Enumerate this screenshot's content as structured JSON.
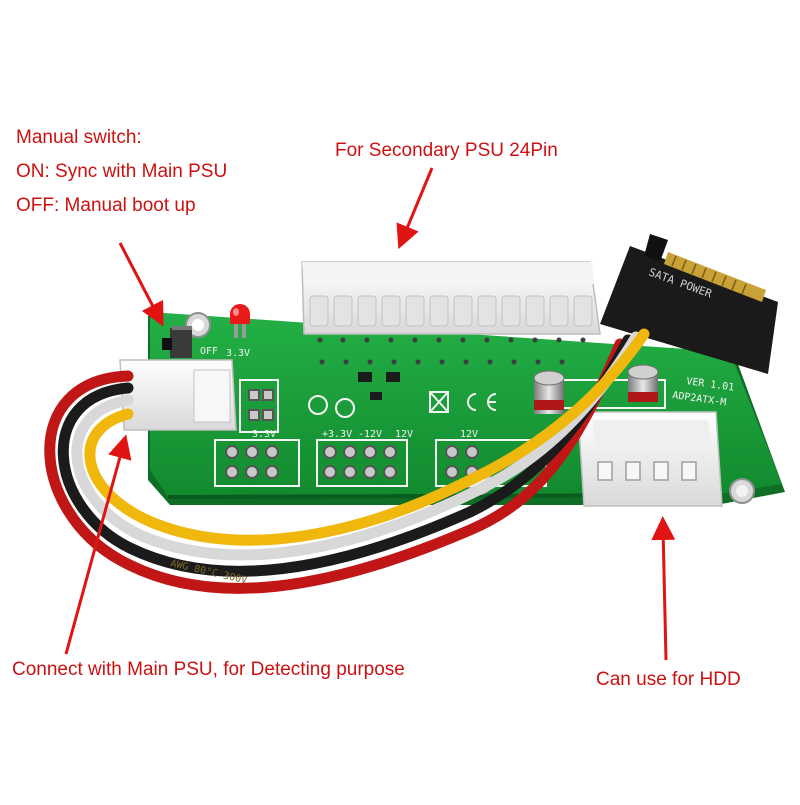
{
  "callouts": {
    "manual_switch": {
      "title": "Manual switch:",
      "on": "ON: Sync with Main PSU",
      "off": "OFF: Manual boot up"
    },
    "secondary_psu": "For Secondary PSU 24Pin",
    "main_psu": "Connect with Main PSU, for Detecting purpose",
    "hdd": "Can use for HDD"
  },
  "board": {
    "sata_label": "SATA POWER",
    "model_label": "ADP2ATX-M",
    "version_label": "VER 1.01",
    "switch_label": "OFF",
    "voltage_3v3": "3.3V",
    "voltage_12v": "12V",
    "voltage_minus12v": "-12V",
    "voltage_plus3v3": "+3.3V",
    "cable_print": "AWG 80°C 300V"
  },
  "colors": {
    "pcb": "#19a339",
    "callout_text": "#cc1111",
    "arrow": "#e11414"
  }
}
